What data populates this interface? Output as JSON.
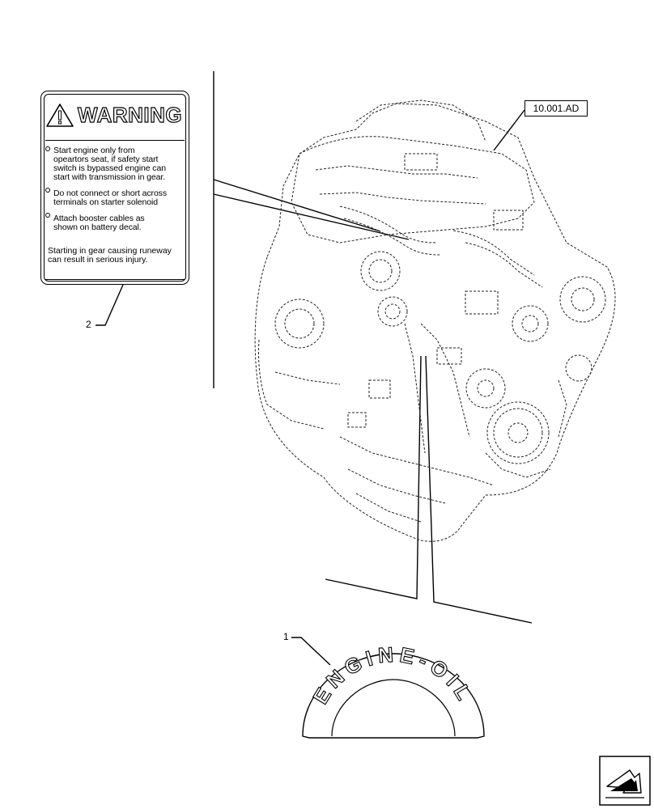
{
  "warning_decal": {
    "title": "WARNING",
    "messages": [
      "Start engine only from\nopeartors seat, if safety start\nswitch is bypassed engine can\nstart with transmission in gear.",
      "Do not connect or short across\nterminals on starter solenoid",
      "Attach booster cables as\nshown on battery decal."
    ],
    "footer": "Starting in gear causing runeway\n can result in serious injury."
  },
  "reference": {
    "label": "10.001.AD"
  },
  "callouts": {
    "item_1": "1",
    "item_2": "2"
  },
  "engine_oil_decal": {
    "text": "ENGINE-OIL",
    "letters": [
      "E",
      "N",
      "G",
      "I",
      "N",
      "E",
      "-",
      "O",
      "I",
      "L"
    ]
  },
  "icons": {
    "engine": "engine-assembly-illustration",
    "nav": "arrow-next-page-icon",
    "warning": "warning-triangle-icon"
  }
}
